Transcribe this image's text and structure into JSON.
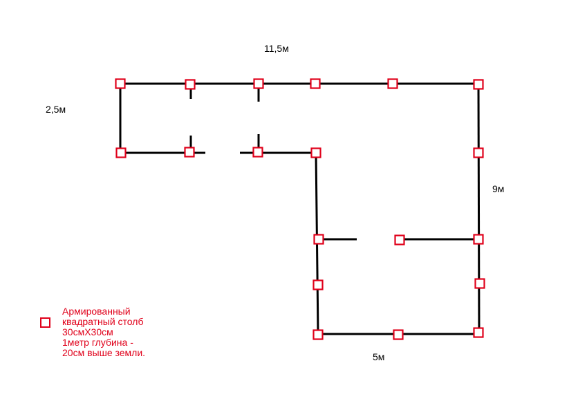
{
  "dimensions": {
    "top": "11,5м",
    "left": "2,5м",
    "right": "9м",
    "bottom": "5м"
  },
  "legend": {
    "lines": [
      "Армированный",
      "квадратный столб",
      "30смХ30см",
      "1метр глубина -",
      "20см выше земли."
    ]
  },
  "colors": {
    "wall": "#000000",
    "post": "#e0001a"
  }
}
